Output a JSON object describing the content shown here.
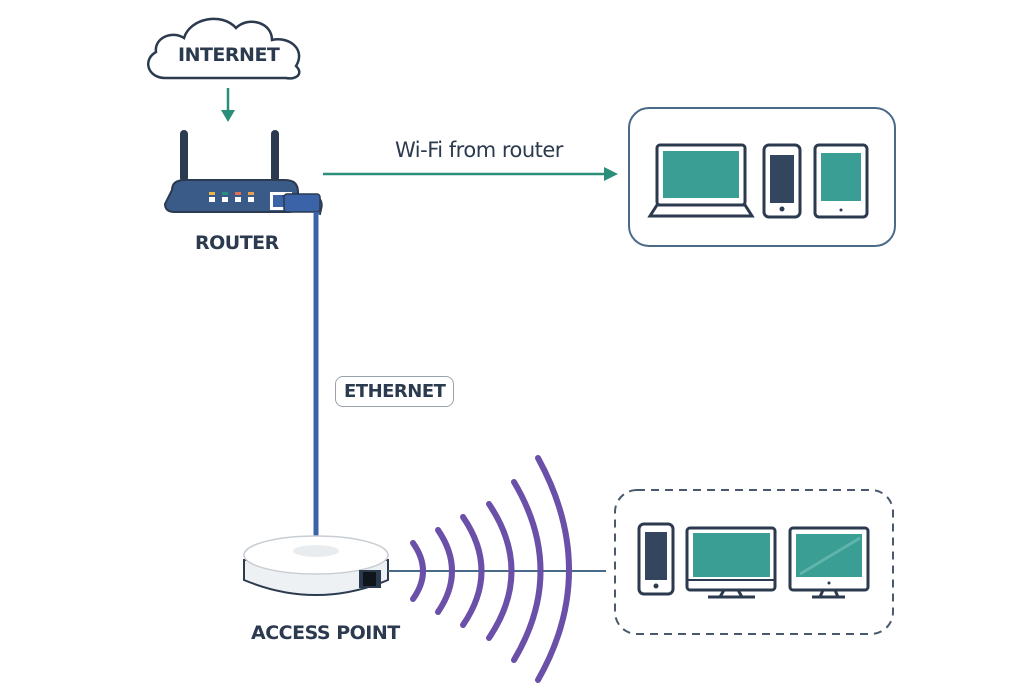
{
  "title": "Router to access point network diagram",
  "nodes": {
    "internet": {
      "label": "INTERNET",
      "icon": "cloud-icon"
    },
    "router": {
      "label": "ROUTER",
      "icon": "router-icon"
    },
    "access_point": {
      "label": "ACCESS POINT",
      "icon": "access-point-icon"
    }
  },
  "links": {
    "wifi": {
      "label": "Wi-Fi from router",
      "from": "router",
      "to": "router-devices"
    },
    "ethernet": {
      "label": "ETHERNET",
      "from": "router",
      "to": "access_point"
    },
    "wireless_signal": {
      "from": "access_point",
      "to": "ap-devices",
      "icon": "wifi-waves-icon"
    }
  },
  "device_groups": [
    {
      "name": "router-devices",
      "border": "solid",
      "devices": [
        "laptop-icon",
        "smartphone-icon",
        "tablet-icon"
      ]
    },
    {
      "name": "ap-devices",
      "border": "dashed",
      "devices": [
        "smartphone-icon",
        "desktop-monitor-icon",
        "desktop-monitor-icon"
      ]
    }
  ],
  "colors": {
    "dark": "#2b3a4e",
    "teal_arrow": "#2a8f7a",
    "screen": "#3a9e94",
    "cable": "#3b63a8",
    "waves": "#6a50a8",
    "box_border": "#4a6a8a"
  }
}
